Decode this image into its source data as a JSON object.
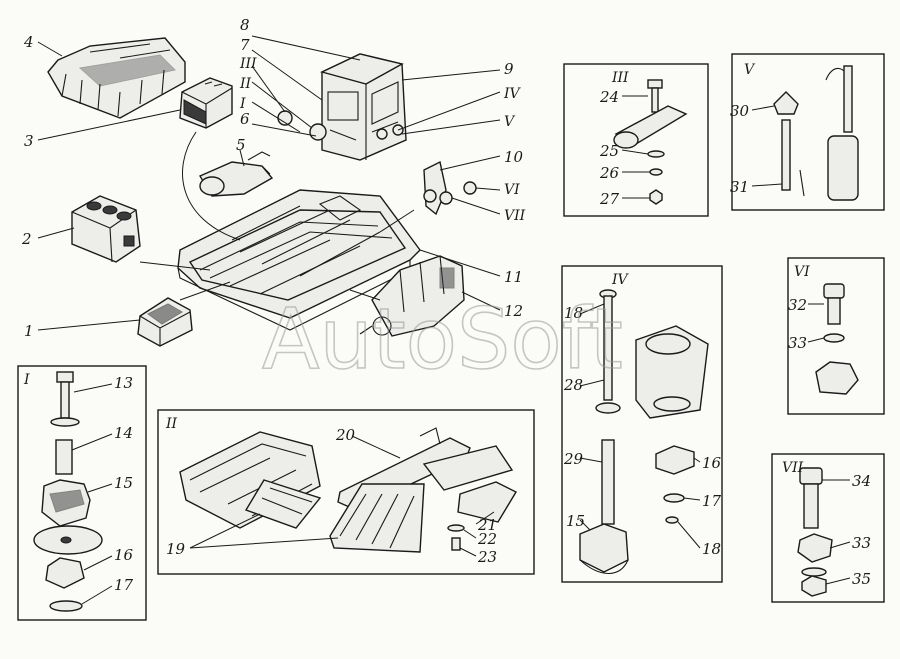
{
  "watermark": "AutoSoft",
  "callouts": [
    {
      "id": "c1",
      "text": "1"
    },
    {
      "id": "c2",
      "text": "2"
    },
    {
      "id": "c3",
      "text": "3"
    },
    {
      "id": "c4",
      "text": "4"
    },
    {
      "id": "c5",
      "text": "5"
    },
    {
      "id": "c6",
      "text": "6"
    },
    {
      "id": "c7",
      "text": "7"
    },
    {
      "id": "c8",
      "text": "8"
    },
    {
      "id": "c9",
      "text": "9"
    },
    {
      "id": "c10",
      "text": "10"
    },
    {
      "id": "c11",
      "text": "11"
    },
    {
      "id": "c12",
      "text": "12"
    },
    {
      "id": "c13",
      "text": "13"
    },
    {
      "id": "c14",
      "text": "14"
    },
    {
      "id": "c15",
      "text": "15"
    },
    {
      "id": "c16",
      "text": "16"
    },
    {
      "id": "c17",
      "text": "17"
    },
    {
      "id": "c18",
      "text": "18"
    },
    {
      "id": "c19",
      "text": "19"
    },
    {
      "id": "c20",
      "text": "20"
    },
    {
      "id": "c21",
      "text": "21"
    },
    {
      "id": "c22",
      "text": "22"
    },
    {
      "id": "c23",
      "text": "23"
    },
    {
      "id": "c24",
      "text": "24"
    },
    {
      "id": "c25",
      "text": "25"
    },
    {
      "id": "c26",
      "text": "26"
    },
    {
      "id": "c27",
      "text": "27"
    },
    {
      "id": "c28",
      "text": "28"
    },
    {
      "id": "c29",
      "text": "29"
    },
    {
      "id": "c30",
      "text": "30"
    },
    {
      "id": "c31",
      "text": "31"
    },
    {
      "id": "c32",
      "text": "32"
    },
    {
      "id": "c33",
      "text": "33"
    },
    {
      "id": "c34",
      "text": "34"
    },
    {
      "id": "c35",
      "text": "35"
    },
    {
      "id": "c15b",
      "text": "15"
    },
    {
      "id": "c16b",
      "text": "16"
    },
    {
      "id": "c17b",
      "text": "17"
    },
    {
      "id": "c18b",
      "text": "18"
    },
    {
      "id": "c33b",
      "text": "33"
    }
  ],
  "roman_labels": {
    "I": "I",
    "II": "II",
    "III": "III",
    "IV": "IV",
    "V": "V",
    "VI": "VI",
    "VII": "VII"
  }
}
